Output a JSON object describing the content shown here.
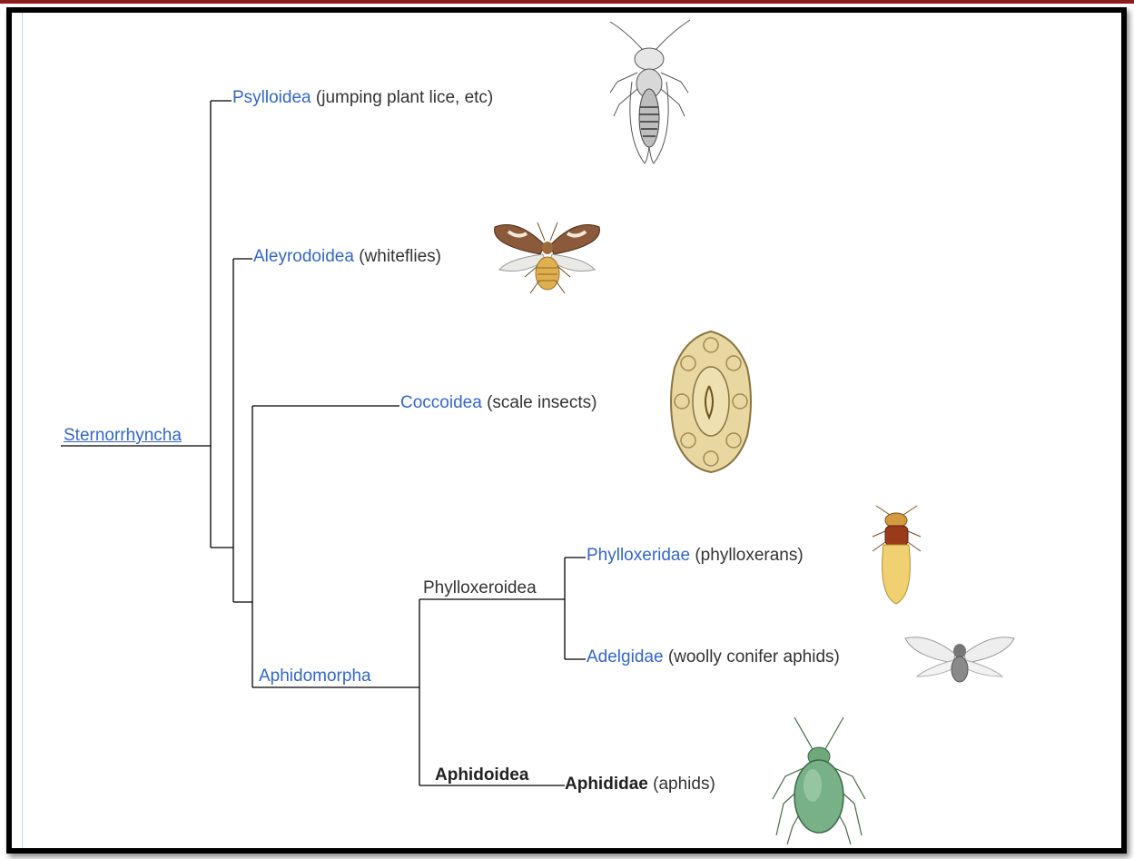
{
  "root": {
    "name": "Sternorrhyncha"
  },
  "clades": {
    "psylloidea": {
      "name": "Psylloidea",
      "common": "(jumping plant lice, etc)"
    },
    "aleyrodoidea": {
      "name": "Aleyrodoidea",
      "common": "(whiteflies)"
    },
    "coccoidea": {
      "name": "Coccoidea",
      "common": "(scale insects)"
    },
    "aphidomorpha": {
      "name": "Aphidomorpha"
    },
    "phylloxeroidea": {
      "name": "Phylloxeroidea"
    },
    "phylloxeridae": {
      "name": "Phylloxeridae",
      "common": "(phylloxerans)"
    },
    "adelgidae": {
      "name": "Adelgidae",
      "common": "(woolly conifer aphids)"
    },
    "aphidoidea": {
      "name": "Aphidoidea"
    },
    "aphididae": {
      "name": "Aphididae",
      "common": "(aphids)"
    }
  },
  "colors": {
    "link": "#3366cc",
    "text": "#333333",
    "line": "#000000",
    "frame": "#000000"
  }
}
